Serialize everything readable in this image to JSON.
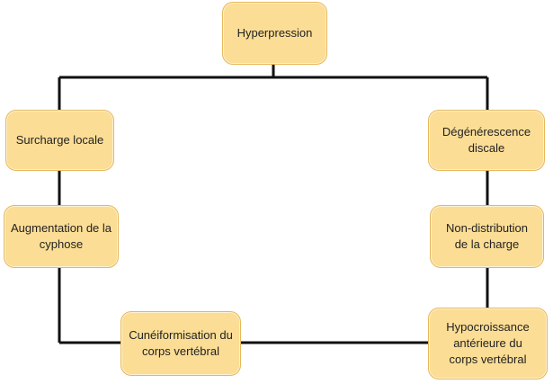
{
  "diagram": {
    "colors": {
      "node_fill": "#fbdd95",
      "node_border": "#e6b85c",
      "connector": "#111111"
    },
    "nodes": {
      "hyperpression": "Hyperpression",
      "surcharge_locale": "Surcharge locale",
      "augmentation_cyphose": "Augmentation de la\ncyphose",
      "cuneiformisation": "Cunéiformisation du\ncorps vertébral",
      "degenerescence": "Dégénérescence\ndiscale",
      "non_distribution": "Non-distribution\nde la charge",
      "hypocroissance": "Hypocroissance\nantérieure du\ncorps vertébral"
    }
  }
}
